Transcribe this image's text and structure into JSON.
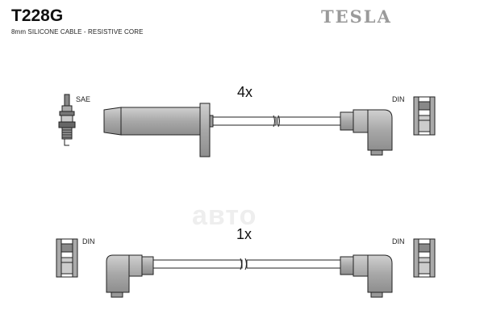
{
  "header": {
    "part_number": "T228G",
    "cable_spec": "8mm SILICONE CABLE - RESISTIVE CORE",
    "brand": "TESLA"
  },
  "watermark": "авто",
  "cable_sets": [
    {
      "quantity_label": "4x",
      "end_left_label": "SAE",
      "end_right_label": "DIN"
    },
    {
      "quantity_label": "1x",
      "end_left_label": "DIN",
      "end_right_label": "DIN"
    }
  ],
  "colors": {
    "part_fill": "#b0b0b0",
    "outline": "#222222",
    "brand": "#9a9a9a"
  }
}
